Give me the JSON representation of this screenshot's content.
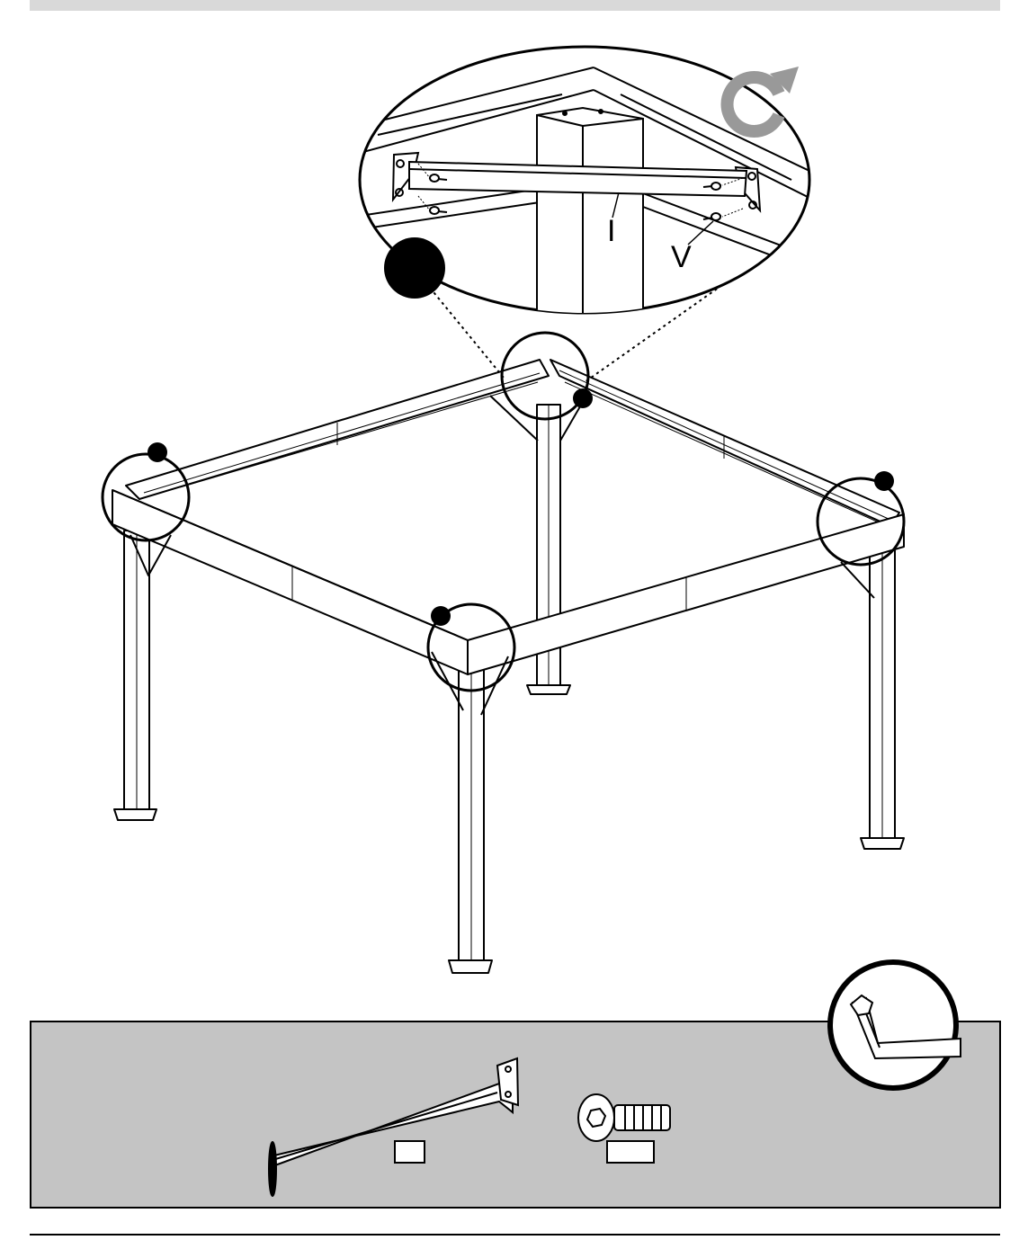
{
  "detail": {
    "part_label": "I",
    "screw_label": "V"
  },
  "parts": {
    "brace_qty": "",
    "screw_qty": ""
  },
  "colors": {
    "panel": "#c4c4c4",
    "rotate_arrow": "#999999",
    "line": "#000000"
  },
  "icons": [
    "rotate-arrow-icon",
    "hex-key-icon",
    "step-marker-dot"
  ]
}
